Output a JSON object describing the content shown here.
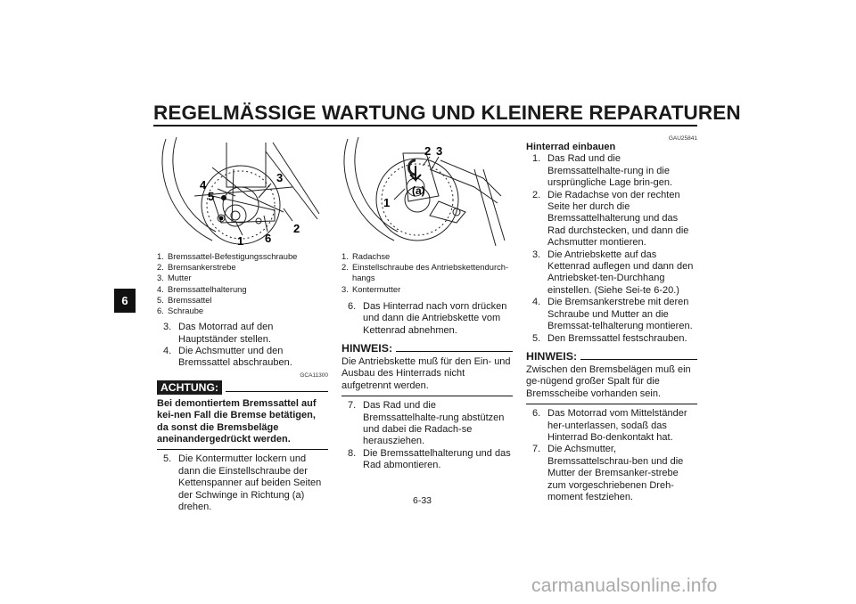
{
  "header": {
    "title": "REGELMÄSSIGE WARTUNG UND KLEINERE REPARATUREN",
    "chapter": "6"
  },
  "figure1": {
    "callouts": [
      "4",
      "5",
      "3",
      "1",
      "6",
      "2"
    ],
    "caption": [
      {
        "n": "1.",
        "t": "Bremssattel-Befestigungsschraube"
      },
      {
        "n": "2.",
        "t": "Bremsankerstrebe"
      },
      {
        "n": "3.",
        "t": "Mutter"
      },
      {
        "n": "4.",
        "t": "Bremssattelhalterung"
      },
      {
        "n": "5.",
        "t": "Bremssattel"
      },
      {
        "n": "6.",
        "t": "Schraube"
      }
    ]
  },
  "col1": {
    "steps_a": [
      {
        "n": "3.",
        "t": "Das Motorrad auf den Hauptständer stellen."
      },
      {
        "n": "4.",
        "t": "Die Achsmutter und den Bremssattel abschrauben."
      }
    ],
    "code": "GCA11300",
    "achtung_label": "ACHTUNG:",
    "achtung_text": "Bei demontiertem Bremssattel auf kei-nen Fall die Bremse betätigen, da sonst die Bremsbeläge aneinandergedrückt werden.",
    "steps_b": [
      {
        "n": "5.",
        "t": "Die Kontermutter lockern und dann die Einstellschraube der Kettenspanner auf beiden Seiten der Schwinge in Richtung (a) drehen."
      }
    ]
  },
  "figure2": {
    "callouts": [
      "2",
      "3",
      "1",
      "(a)"
    ],
    "caption": [
      {
        "n": "1.",
        "t": "Radachse"
      },
      {
        "n": "2.",
        "t": "Einstellschraube des Antriebskettendurch-hangs"
      },
      {
        "n": "3.",
        "t": "Kontermutter"
      }
    ]
  },
  "col2": {
    "steps_a": [
      {
        "n": "6.",
        "t": "Das Hinterrad nach vorn drücken und dann die Antriebskette vom Kettenrad abnehmen."
      }
    ],
    "hinweis_label": "HINWEIS:",
    "hinweis_text": "Die Antriebskette muß für den Ein- und Ausbau des Hinterrads nicht aufgetrennt werden.",
    "steps_b": [
      {
        "n": "7.",
        "t": "Das Rad und die Bremssattelhalte-rung abstützen und dabei die Radach-se herausziehen."
      },
      {
        "n": "8.",
        "t": "Die Bremssattelhalterung und das Rad abmontieren."
      }
    ]
  },
  "col3": {
    "code": "GAU25841",
    "heading": "Hinterrad einbauen",
    "steps_a": [
      {
        "n": "1.",
        "t": "Das Rad und die Bremssattelhalte-rung in die ursprüngliche Lage brin-gen."
      },
      {
        "n": "2.",
        "t": "Die Radachse von der rechten Seite her durch die Bremssattelhalterung und das Rad durchstecken, und dann die Achsmutter montieren."
      },
      {
        "n": "3.",
        "t": "Die Antriebskette auf das Kettenrad auflegen und dann den Antriebsket-ten-Durchhang einstellen. (Siehe Sei-te 6-20.)"
      },
      {
        "n": "4.",
        "t": "Die Bremsankerstrebe mit deren Schraube und Mutter an die Bremssat-telhalterung montieren."
      },
      {
        "n": "5.",
        "t": "Den Bremssattel festschrauben."
      }
    ],
    "hinweis_label": "HINWEIS:",
    "hinweis_text": "Zwischen den Bremsbelägen muß ein ge-nügend großer Spalt für die Bremsscheibe vorhanden sein.",
    "steps_b": [
      {
        "n": "6.",
        "t": "Das Motorrad vom Mittelständer her-unterlassen, sodaß das Hinterrad Bo-denkontakt hat."
      },
      {
        "n": "7.",
        "t": "Die Achsmutter, Bremssattelschrau-ben und die Mutter der Bremsanker-strebe zum vorgeschriebenen Dreh-moment festziehen."
      }
    ]
  },
  "footer": {
    "page_number": "6-33",
    "watermark": "carmanualsonline.info"
  }
}
